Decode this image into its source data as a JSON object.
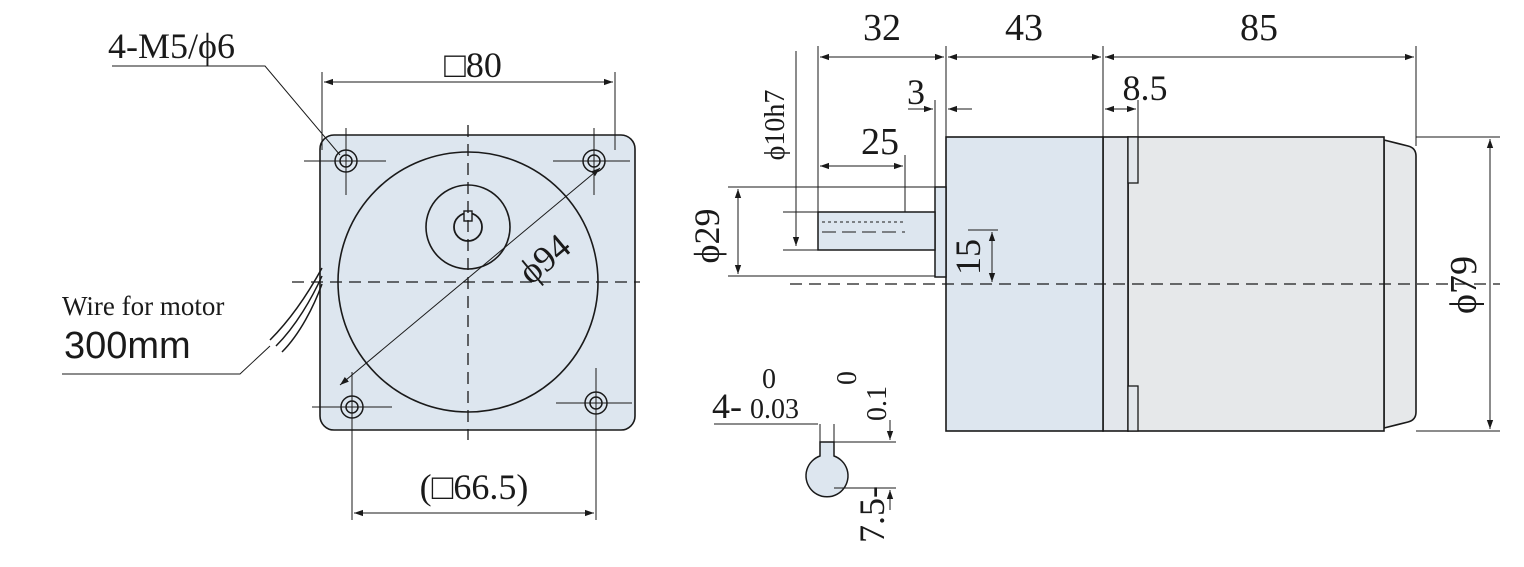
{
  "labels": {
    "mount_holes": "4-M5/ϕ6",
    "flange_square": "□80",
    "pitch_circle": "ϕ94",
    "wire_line1": "Wire for motor",
    "wire_line2": "300mm",
    "hole_spacing": "(□66.5)",
    "dim_shaft": "32",
    "dim_gearbox": "43",
    "dim_motor": "85",
    "dim_step": "3",
    "dim_flange": "8.5",
    "shaft_dia": "ϕ10h7",
    "key_length": "25",
    "boss_dia": "ϕ29",
    "dim_15": "15",
    "body_dia": "ϕ79",
    "key_width_base": "4-",
    "key_width_upper": "0",
    "key_width_lower": "0.03",
    "key_depth_base": "7.5-",
    "key_depth_upper": "0",
    "key_depth_lower": "0.1"
  },
  "colors": {
    "gearbox_fill": "#dde6ef",
    "motor_fill": "#e6e8ea",
    "line": "#1a1a1a"
  }
}
